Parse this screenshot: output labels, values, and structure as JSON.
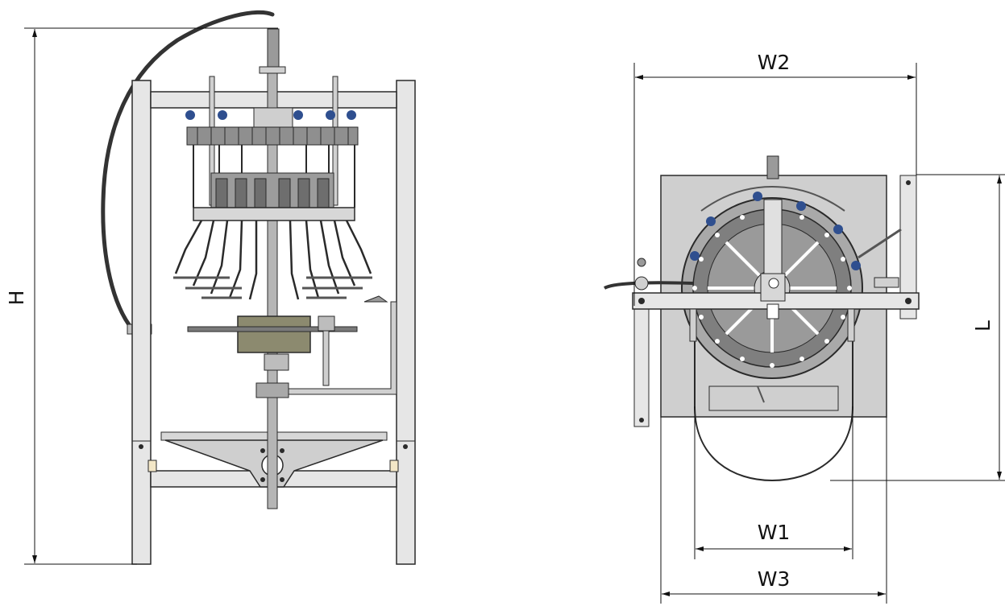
{
  "dimensions": {
    "height": "H",
    "width1": "W1",
    "width2": "W2",
    "width3": "W3",
    "length": "L"
  },
  "colors": {
    "metal_light": "#e6e6e6",
    "metal_mid": "#c2c2c2",
    "metal_dark": "#8a8a8a",
    "outline": "#2a2a2a",
    "panel": "#cfcfcf",
    "nozzle_blue": "#2f4f8f",
    "cable": "#333333",
    "dimension_line": "#111111"
  }
}
